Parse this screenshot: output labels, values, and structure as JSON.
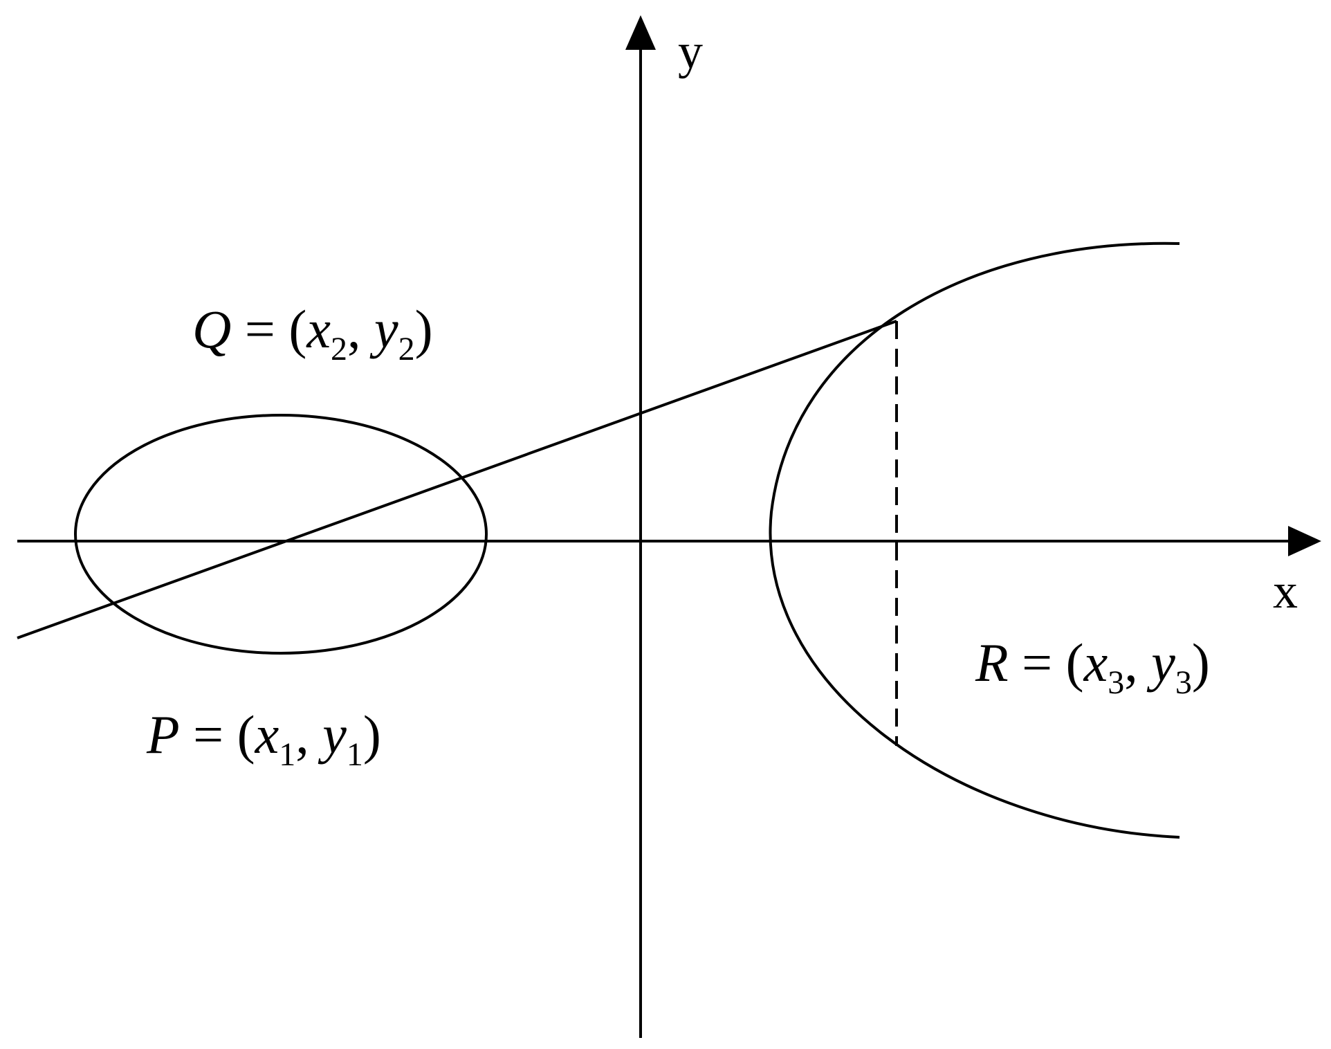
{
  "axes": {
    "x_label": "x",
    "y_label": "y"
  },
  "points": {
    "P": {
      "name": "P",
      "eq": " = (",
      "x": "x",
      "x_sub": "1",
      "sep": ", ",
      "y": "y",
      "y_sub": "1",
      "close": ")"
    },
    "Q": {
      "name": "Q",
      "eq": " = (",
      "x": "x",
      "x_sub": "2",
      "sep": ", ",
      "y": "y",
      "y_sub": "2",
      "close": ")"
    },
    "R": {
      "name": "R",
      "eq": " = (",
      "x": "x",
      "x_sub": "3",
      "sep": ", ",
      "y": "y",
      "y_sub": "3",
      "close": ")"
    }
  }
}
